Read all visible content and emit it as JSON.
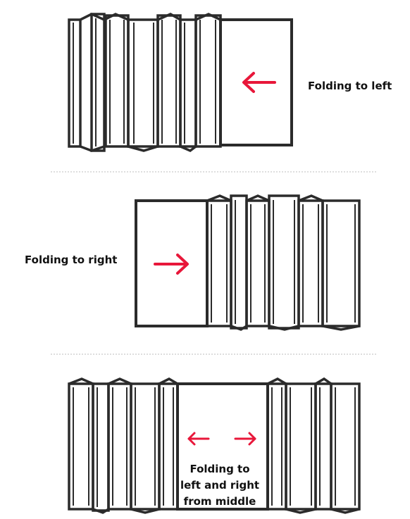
{
  "labels": {
    "folding_left": "Folding to left",
    "folding_right": "Folding to right",
    "folding_middle": "Folding to left and right from middle"
  },
  "colors": {
    "frame": "#2b2b2b",
    "arrow": "#e8173a",
    "divider": "#bdbdbd"
  },
  "icons": {
    "arrow_left": "arrow-left-icon",
    "arrow_right": "arrow-right-icon"
  }
}
